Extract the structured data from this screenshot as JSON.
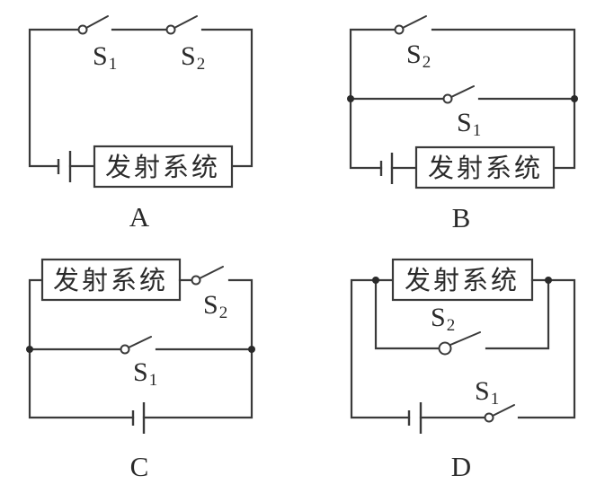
{
  "diagram": {
    "description": "Four circuit options (A–D) for a launch system controlled by two switches S1 and S2",
    "component_label": "发射系统",
    "switch_letter": "S",
    "options": [
      {
        "id": "A",
        "label": "A",
        "topology": "S1 and S2 in series with battery and launch system",
        "switches": [
          {
            "letter": "S",
            "index": "1"
          },
          {
            "letter": "S",
            "index": "2"
          }
        ]
      },
      {
        "id": "B",
        "label": "B",
        "topology": "S2 and S1 in parallel, combined in series with battery and launch system",
        "switches": [
          {
            "letter": "S",
            "index": "2"
          },
          {
            "letter": "S",
            "index": "1"
          }
        ]
      },
      {
        "id": "C",
        "label": "C",
        "topology": "Launch system in series with S2, that branch in parallel with S1, across battery",
        "switches": [
          {
            "letter": "S",
            "index": "2"
          },
          {
            "letter": "S",
            "index": "1"
          }
        ]
      },
      {
        "id": "D",
        "label": "D",
        "topology": "S2 in parallel with launch system, combined in series with battery and S1",
        "switches": [
          {
            "letter": "S",
            "index": "2"
          },
          {
            "letter": "S",
            "index": "1"
          }
        ]
      }
    ]
  }
}
